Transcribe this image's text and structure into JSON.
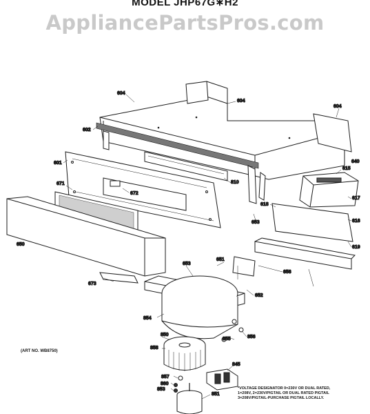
{
  "header": {
    "model_title": "MODEL JHP67G∗H2",
    "watermark": "AppliancePartsPros.com"
  },
  "diagram": {
    "art_number": "(ART NO. WB8750)",
    "voltage_note": [
      "*VOLTAGE DESIGNATOR 0=230V OR DUAL RATED,",
      "1=208V, 2=230V/PIGTAIL OR DUAL RATED PIGTAIL",
      "3=208V/PIGTAIL-PURCHASE PIGTAIL LOCALLY."
    ],
    "part_labels": [
      "604",
      "604",
      "604",
      "602",
      "601",
      "671",
      "672",
      "810",
      "615",
      "616",
      "617",
      "618",
      "619",
      "640",
      "653",
      "650",
      "673",
      "651",
      "653",
      "652",
      "656",
      "854",
      "855",
      "856",
      "857",
      "858",
      "860",
      "845",
      "851",
      "850",
      "853"
    ]
  }
}
